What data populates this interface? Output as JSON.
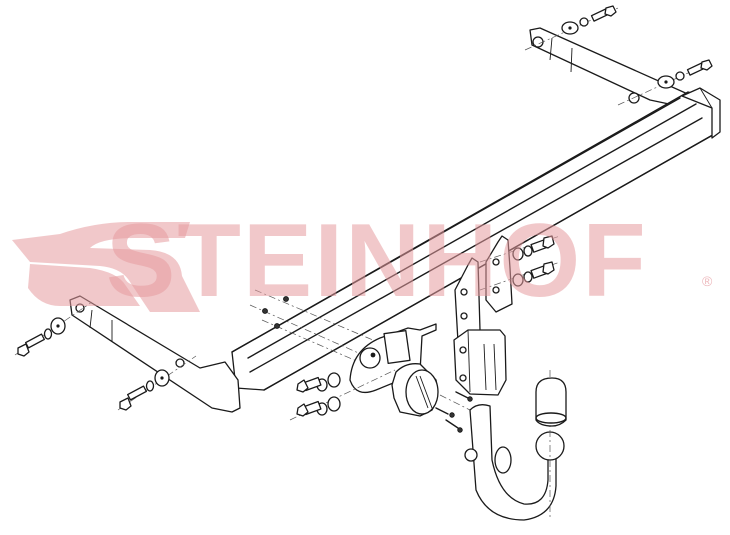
{
  "diagram": {
    "type": "exploded-view technical drawing",
    "subject": "detachable tow bar (towing hitch) assembly",
    "line_color": "#1a1a1a",
    "background": "#ffffff"
  },
  "watermark": {
    "brand": "STEINHOF",
    "registered_mark": "®",
    "color": "#e59a9f"
  },
  "parts": [
    {
      "id": "main-crossbar",
      "label": "Main cross beam"
    },
    {
      "id": "left-side-arm",
      "label": "Left mounting arm"
    },
    {
      "id": "right-side-arm",
      "label": "Right mounting arm"
    },
    {
      "id": "center-brackets",
      "label": "Center mounting brackets"
    },
    {
      "id": "socket-plate",
      "label": "Electrical socket mounting plate"
    },
    {
      "id": "electrical-socket",
      "label": "Electrical socket"
    },
    {
      "id": "receiver-housing",
      "label": "Tow ball receiver housing"
    },
    {
      "id": "detachable-neck",
      "label": "Detachable tow ball neck"
    },
    {
      "id": "ball-cap",
      "label": "Tow ball cap"
    },
    {
      "id": "bolts-washers",
      "label": "Bolts, washers and nuts"
    }
  ]
}
